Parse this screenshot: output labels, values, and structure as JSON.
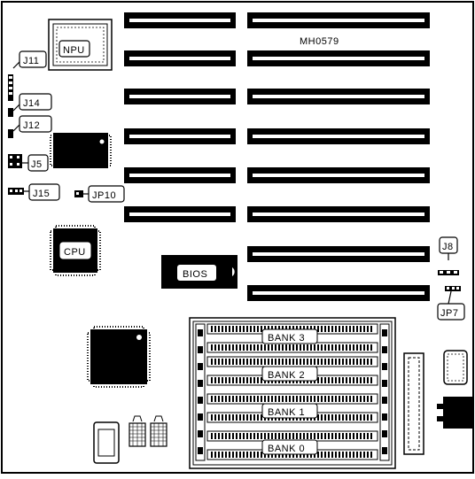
{
  "board": {
    "model": "MH0579",
    "chips": {
      "npu": "NPU",
      "cpu": "CPU",
      "bios": "BIOS"
    },
    "jumpers": {
      "j11": "J11",
      "j14": "J14",
      "j12": "J12",
      "j5": "J5",
      "j15": "J15",
      "jp10": "JP10",
      "j8": "J8",
      "jp7": "JP7"
    },
    "memory_banks": [
      "BANK 3",
      "BANK 2",
      "BANK 1",
      "BANK 0"
    ]
  }
}
